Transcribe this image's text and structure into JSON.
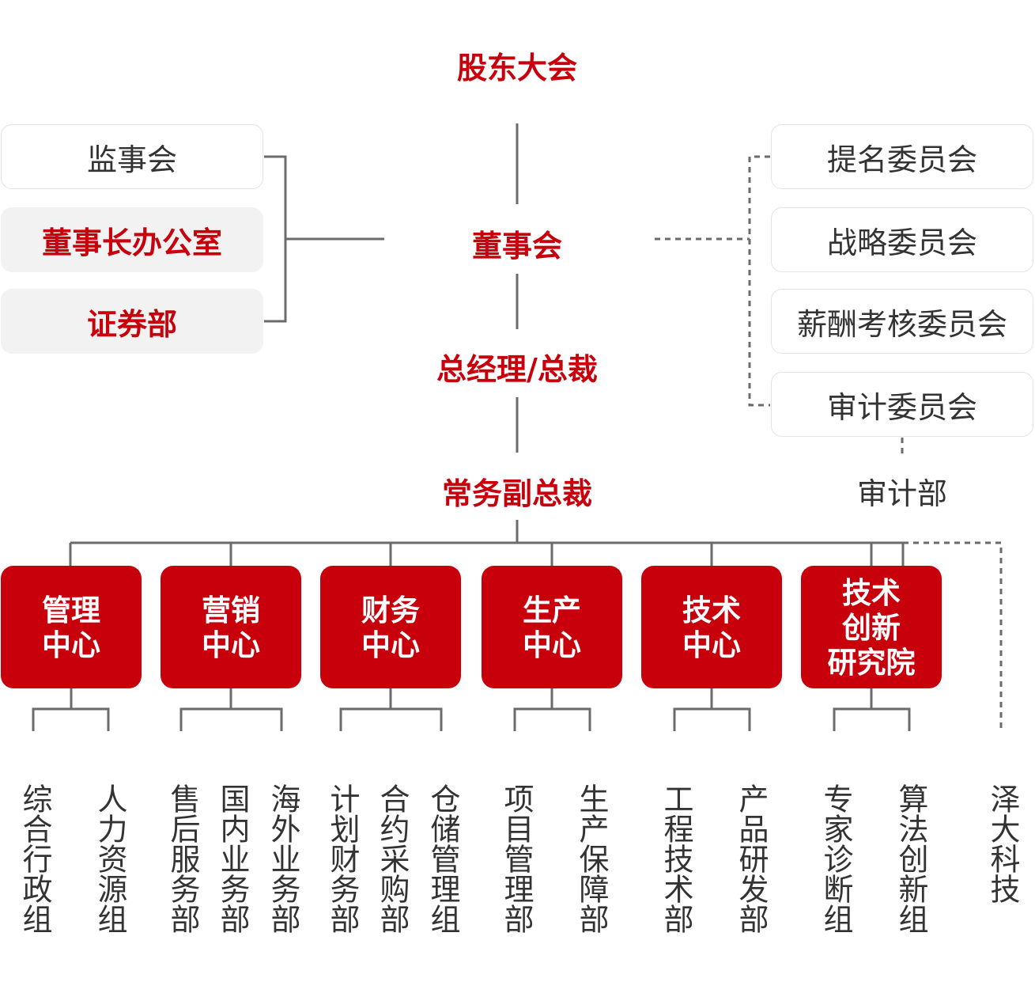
{
  "top": {
    "shareholders": "股东大会",
    "board": "董事会",
    "general_manager": "总经理/总裁",
    "executive_vp": "常务副总裁"
  },
  "left_boxes": [
    "监事会",
    "董事长办公室",
    "证券部"
  ],
  "right_committees": [
    "提名委员会",
    "战略委员会",
    "薪酬考核委员会",
    "审计委员会"
  ],
  "audit_dept": "审计部",
  "centers": [
    {
      "name": "管理\n中心",
      "depts": [
        "综合行政组",
        "人力资源组"
      ]
    },
    {
      "name": "营销\n中心",
      "depts": [
        "售后服务部",
        "国内业务部",
        "海外业务部"
      ]
    },
    {
      "name": "财务\n中心",
      "depts": [
        "计划财务部",
        "合约采购部",
        "仓储管理组"
      ]
    },
    {
      "name": "生产\n中心",
      "depts": [
        "项目管理部",
        "生产保障部"
      ]
    },
    {
      "name": "技术\n中心",
      "depts": [
        "工程技术部",
        "产品研发部"
      ]
    },
    {
      "name": "技术\n创新\n研究院",
      "depts": [
        "专家诊断组",
        "算法创新组"
      ]
    }
  ],
  "affiliate": "泽大科技",
  "colors": {
    "brand_red": "#c8000c",
    "line_gray": "#6b6b6b",
    "box_gray": "#f2f2f2"
  }
}
